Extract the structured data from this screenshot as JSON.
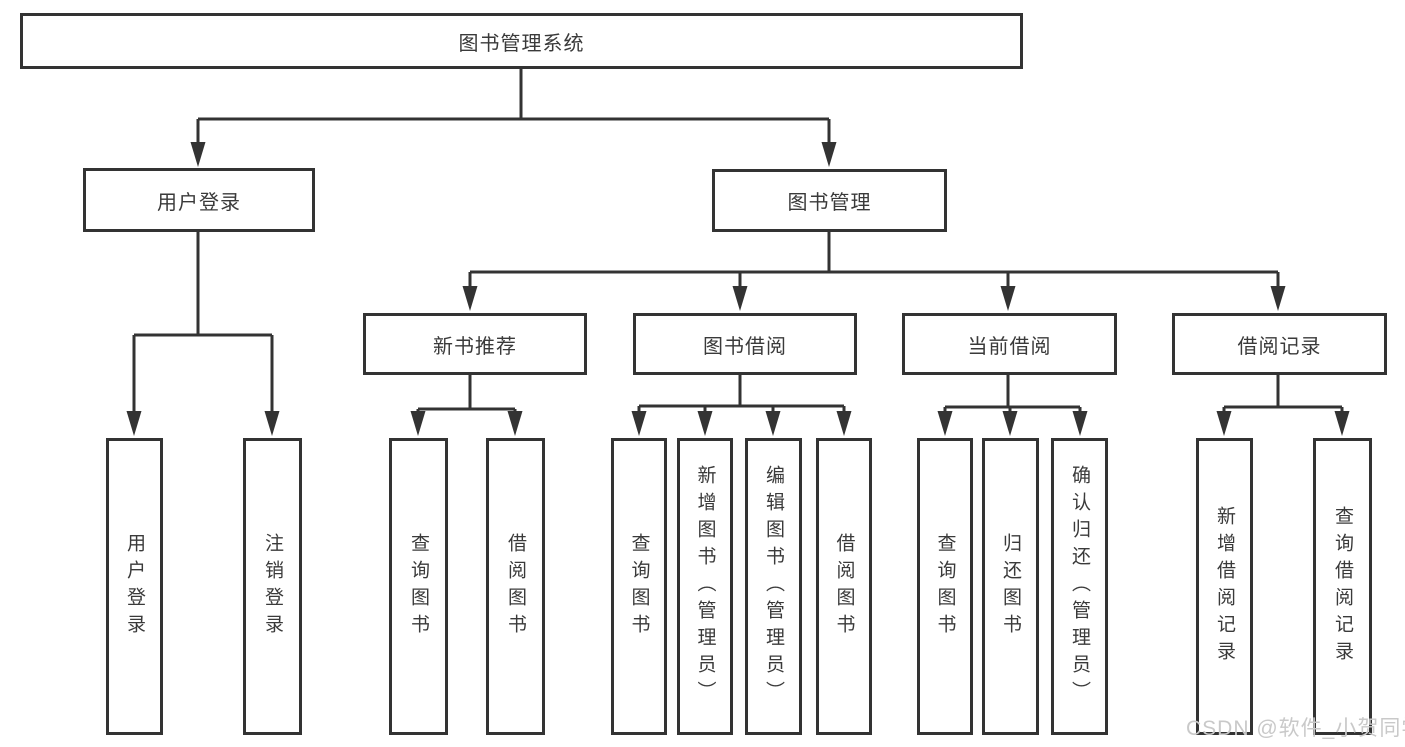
{
  "diagram": {
    "root": {
      "label": "图书管理系统"
    },
    "branches": [
      {
        "label": "用户登录",
        "children": [
          {
            "label": "用户登录"
          },
          {
            "label": "注销登录"
          }
        ]
      },
      {
        "label": "图书管理",
        "children": [
          {
            "label": "新书推荐",
            "children": [
              {
                "label": "查询图书"
              },
              {
                "label": "借阅图书"
              }
            ]
          },
          {
            "label": "图书借阅",
            "children": [
              {
                "label": "查询图书"
              },
              {
                "label": "新增图书（管理员）"
              },
              {
                "label": "编辑图书（管理员）"
              },
              {
                "label": "借阅图书"
              }
            ]
          },
          {
            "label": "当前借阅",
            "children": [
              {
                "label": "查询图书"
              },
              {
                "label": "归还图书"
              },
              {
                "label": "确认归还（管理员）"
              }
            ]
          },
          {
            "label": "借阅记录",
            "children": [
              {
                "label": "新增借阅记录"
              },
              {
                "label": "查询借阅记录"
              }
            ]
          }
        ]
      }
    ]
  },
  "watermark": {
    "text": "CSDN @软件_小贺同学"
  },
  "colors": {
    "line": "#333333",
    "box_border": "#333333",
    "text": "#3a3a3a",
    "watermark": "#c9c9c9",
    "background": "#ffffff"
  }
}
